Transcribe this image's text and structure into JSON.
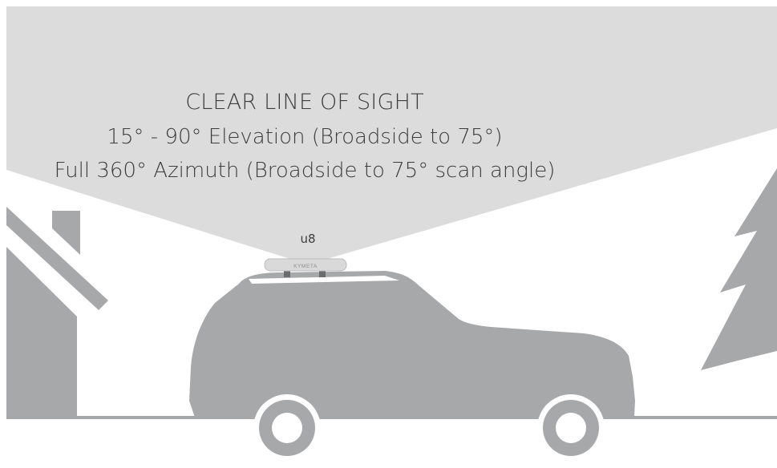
{
  "diagram": {
    "title": "CLEAR LINE OF SIGHT",
    "elevation": "15° - 90° Elevation (Broadside to 75°)",
    "azimuth": "Full 360° Azimuth (Broadside to 75° scan angle)",
    "terminal_label": "u8",
    "antenna_brand": "KYMETA"
  },
  "colors": {
    "sky_cone": "#dcdcdd",
    "silhouette": "#a7a8aa",
    "ground": "#a7a8aa",
    "antenna": "#d9d9da",
    "text": "#3d3d3f"
  }
}
